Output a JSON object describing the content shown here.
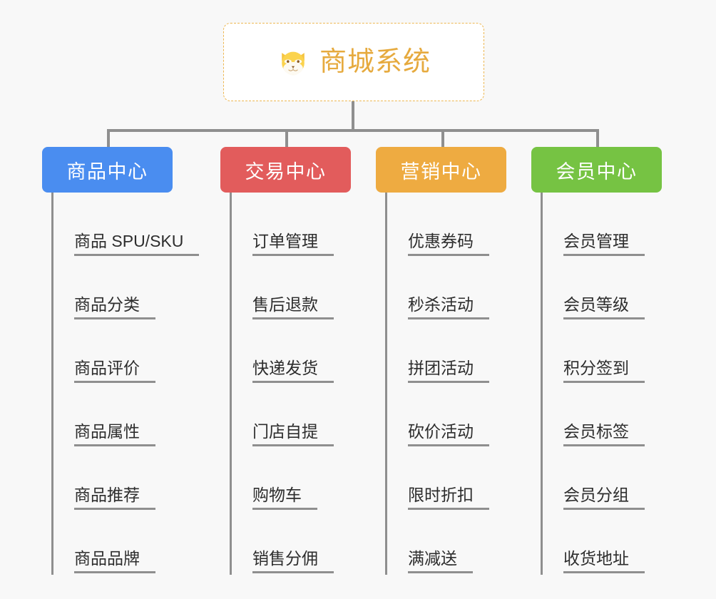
{
  "page": {
    "background_color": "#f8f8f8",
    "connector_color": "#8f8f8f"
  },
  "root": {
    "title": "商城系统",
    "icon": "shiba-dog-face-icon",
    "border_color": "#edb752",
    "text_color": "#e6aa3e",
    "background_color": "#ffffff"
  },
  "branches": [
    {
      "label": "商品中心",
      "color": "#4a8df0",
      "leaves": [
        "商品 SPU/SKU",
        "商品分类",
        "商品评价",
        "商品属性",
        "商品推荐",
        "商品品牌"
      ]
    },
    {
      "label": "交易中心",
      "color": "#e25c5c",
      "leaves": [
        "订单管理",
        "售后退款",
        "快递发货",
        "门店自提",
        "购物车",
        "销售分佣"
      ]
    },
    {
      "label": "营销中心",
      "color": "#eeab41",
      "leaves": [
        "优惠券码",
        "秒杀活动",
        "拼团活动",
        "砍价活动",
        "限时折扣",
        "满减送"
      ]
    },
    {
      "label": "会员中心",
      "color": "#76c343",
      "leaves": [
        "会员管理",
        "会员等级",
        "积分签到",
        "会员标签",
        "会员分组",
        "收货地址"
      ]
    }
  ]
}
